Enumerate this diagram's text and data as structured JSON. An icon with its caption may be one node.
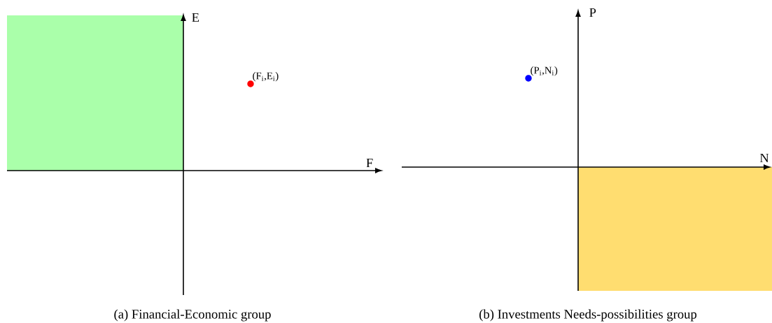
{
  "diagram": {
    "nodes": [
      {
        "text": [],
        "shape": "box"
      },
      {
        "text": [],
        "shape": "circle",
        "beside": [
          "(F$_{i}$,E$_{i}$)"
        ]
      },
      {
        "text": [],
        "shape": "circle",
        "beside": [
          "(P$_{i}$,N$_{i}$)"
        ]
      },
      {
        "text": [],
        "shape": "box"
      }
    ],
    "labels": [
      "E",
      "F",
      "P",
      "N",
      "(a) Financial-Economic group",
      "(b) Investments Needs-possibilities group"
    ]
  }
}
